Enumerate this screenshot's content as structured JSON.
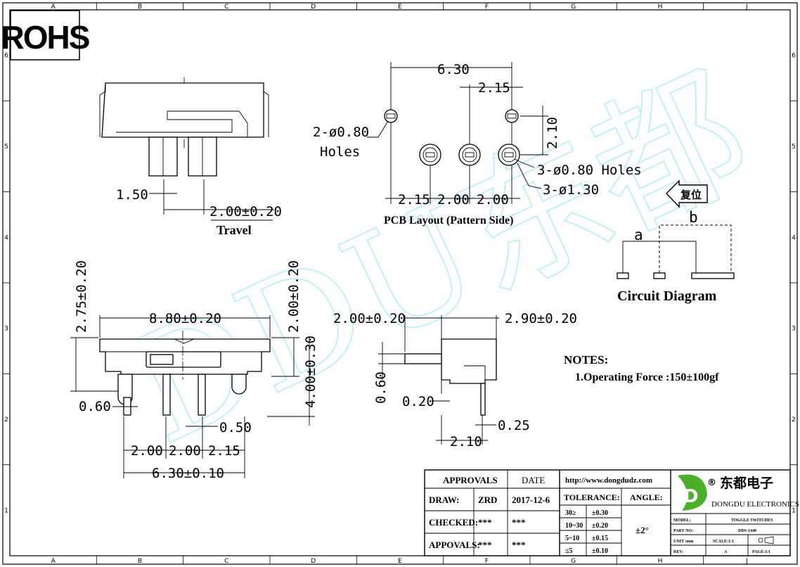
{
  "badge": {
    "rohs": "ROHS"
  },
  "grid": {
    "columns": [
      "A",
      "B",
      "C",
      "D",
      "E",
      "F",
      "G",
      "H",
      "J"
    ],
    "rows": [
      "6",
      "5",
      "4",
      "3",
      "2",
      "1"
    ]
  },
  "watermark": {
    "text": "DDU东都",
    "color": "#9be5f0"
  },
  "top_view": {
    "dim_pitch": "1.50",
    "dim_travel": "2.00±0.20",
    "travel_label": "Travel"
  },
  "pcb_layout": {
    "dim_total": "6.30",
    "dim_pitch_right": "2.15",
    "dim_vertical": "2.10",
    "holes_left_line1": "2-ø0.80",
    "holes_left_line2": "Holes",
    "holes_right": "3-ø0.80  Holes",
    "pads_right": "3-ø1.30",
    "dim_bottom": [
      "2.15",
      "2.00",
      "2.00"
    ],
    "title": "PCB Layout (Pattern Side)"
  },
  "circuit": {
    "reset_label": "复位",
    "label_a": "a",
    "label_b": "b",
    "title": "Circuit Diagram"
  },
  "front_view": {
    "dim_width": "8.80±0.20",
    "dim_height_left": "2.75±0.20",
    "dim_height_right": "2.00±0.20",
    "dim_pin_length": "4.00±0.30",
    "dim_pin_width": "0.60",
    "dim_pin_thick": "0.50",
    "dim_bottom": [
      "2.00",
      "2.00",
      "2.15"
    ],
    "dim_total": "6.30±0.10"
  },
  "side_view": {
    "dim_left": "2.00±0.20",
    "dim_right": "2.90±0.20",
    "dim_actuator": "0.60",
    "dim_offset": "0.20",
    "dim_pin": "0.25",
    "dim_pin_pitch": "2.10"
  },
  "notes": {
    "title": "NOTES:",
    "item1": "1.Operating Force :150±100gf"
  },
  "title_block": {
    "approvals": "APPROVALS",
    "date": "DATE",
    "draw": "DRAW:",
    "draw_by": "ZRD",
    "draw_date": "2017-12-6",
    "checked": "CHECKED:",
    "checked_by": "***",
    "checked_date": "***",
    "appovals": "APPOVALS:",
    "appovals_by": "***",
    "appovals_date": "***",
    "url": "http://www.dongdudz.com",
    "tolerance": "TOLERANCE:",
    "angle": "ANGLE:",
    "angle_value": "±2°",
    "tol_ranges": [
      "30≥",
      "10~30",
      "5~10",
      "≤5"
    ],
    "tol_values": [
      "±0.30",
      "±0.20",
      "±0.15",
      "±0.10"
    ],
    "company_cn": "东都电子",
    "company_reg": "®",
    "company_en": "DONGDU ELECTRONICS",
    "model_label": "MODEL:",
    "model_value": "TOGGLE SWITCHES",
    "part_label": "PART NO:",
    "part_value": "DDS-1448",
    "unit_label": "UNIT :mm",
    "scale_label": "SCALE:1:1",
    "rev_label": "REV:",
    "rev_value": "A",
    "page_label": "PAGE:1/1",
    "logo_letter": "D",
    "logo_color": "#4caf2a"
  }
}
